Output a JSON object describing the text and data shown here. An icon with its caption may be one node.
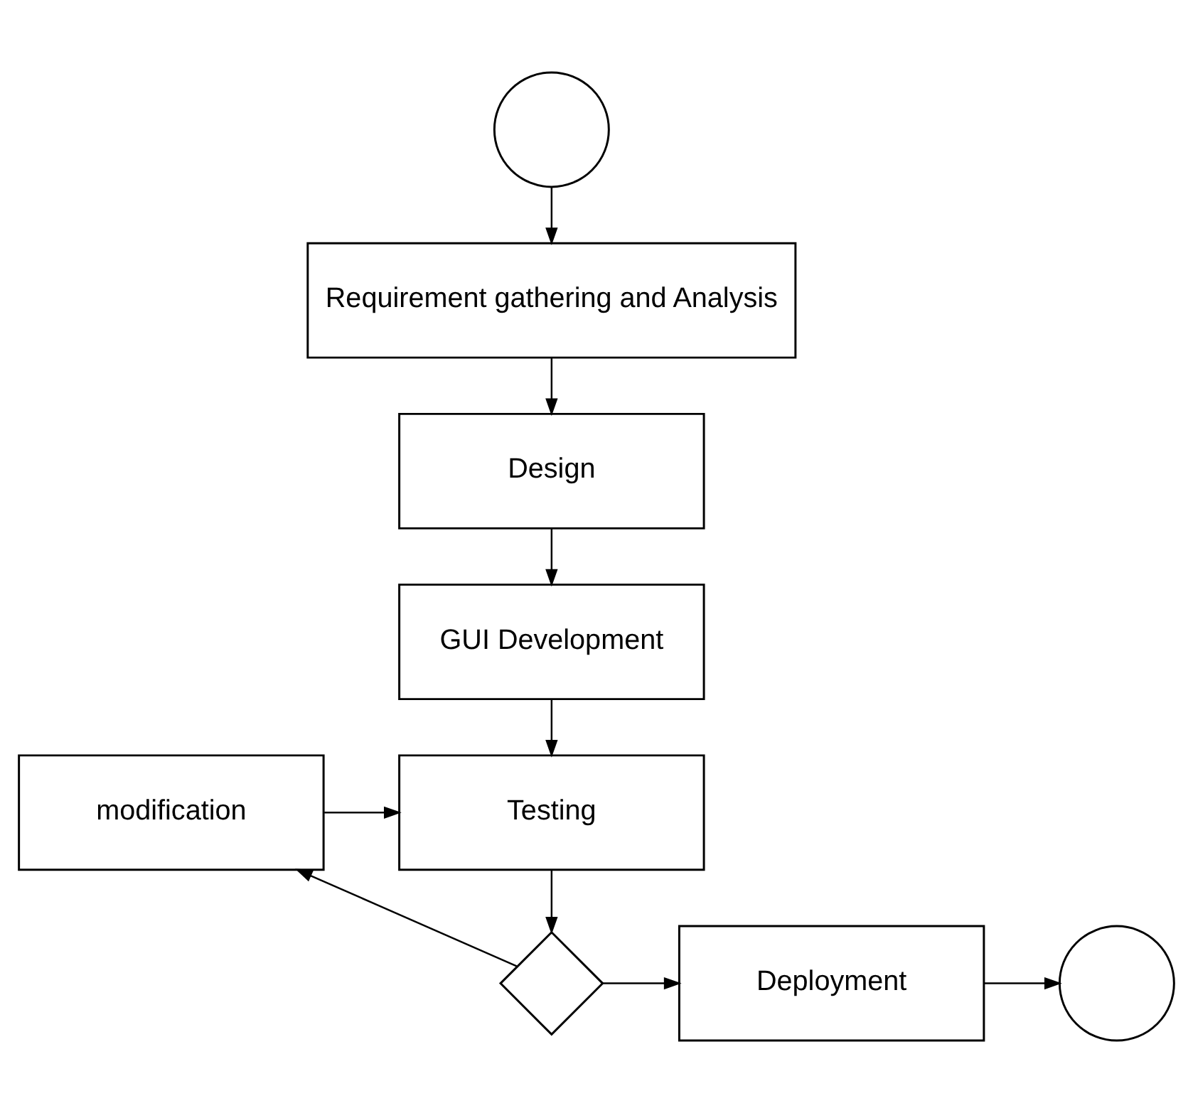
{
  "diagram": {
    "nodes": [
      {
        "text": [],
        "shape": "circle"
      },
      {
        "text": [
          "Requirement gathering and Analysis"
        ]
      },
      {
        "text": [
          "Design"
        ]
      },
      {
        "text": [
          "GUI Development"
        ]
      },
      {
        "text": [
          "modification"
        ]
      },
      {
        "text": [
          "Testing"
        ]
      },
      {
        "text": [],
        "shape": "diamond"
      },
      {
        "text": [
          "Deployment"
        ]
      },
      {
        "text": [],
        "shape": "circle"
      }
    ],
    "edges": [
      {
        "from": 0,
        "to": 1,
        "arrow": "to"
      },
      {
        "from": 1,
        "to": 2,
        "arrow": "to"
      },
      {
        "from": 2,
        "to": 3,
        "arrow": "to"
      },
      {
        "from": 3,
        "to": 5,
        "arrow": "to"
      },
      {
        "from": 4,
        "to": 5,
        "arrow": "to"
      },
      {
        "from": 5,
        "to": 6,
        "arrow": "to"
      },
      {
        "from": 6,
        "to": 4,
        "arrow": "to"
      },
      {
        "from": 6,
        "to": 7,
        "arrow": "to"
      },
      {
        "from": 7,
        "to": 8,
        "arrow": "to"
      }
    ]
  }
}
